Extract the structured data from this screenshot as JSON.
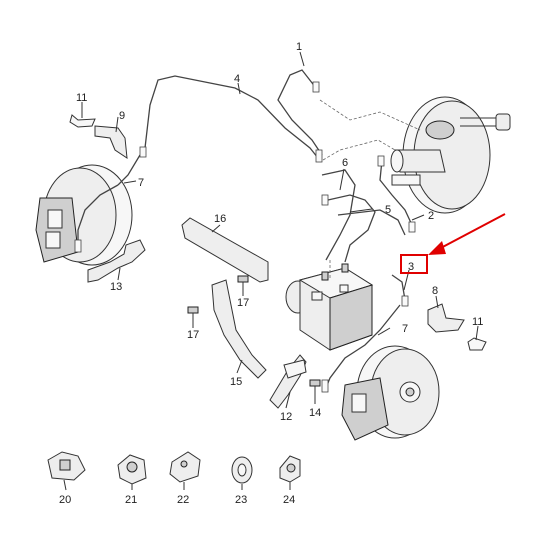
{
  "diagram": {
    "part_numbers": {
      "p1": "1",
      "p2": "2",
      "p3": "3",
      "p4": "4",
      "p5": "5",
      "p6": "6",
      "p7a": "7",
      "p7b": "7",
      "p8": "8",
      "p9": "9",
      "p11a": "11",
      "p11b": "11",
      "p13": "13",
      "p14": "14",
      "p15": "15",
      "p16": "16",
      "p17a": "17",
      "p17b": "17",
      "p12": "12",
      "p20": "20",
      "p21": "21",
      "p22": "22",
      "p23": "23",
      "p24": "24"
    },
    "highlight": {
      "target_part": "3",
      "box_color": "#e00000",
      "arrow_color": "#e00000"
    }
  }
}
